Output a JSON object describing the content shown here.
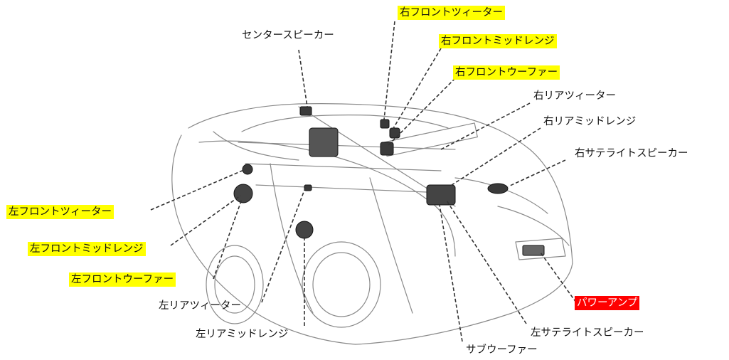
{
  "labels": {
    "center_speaker": "センタースピーカー",
    "right_front_tweeter": "右フロントツィーター",
    "right_front_midrange": "右フロントミッドレンジ",
    "right_front_woofer": "右フロントウーファー",
    "right_rear_tweeter": "右リアツィーター",
    "right_rear_midrange": "右リアミッドレンジ",
    "right_satellite_speaker": "右サテライトスピーカー",
    "left_front_tweeter": "左フロントツィーター",
    "left_front_midrange": "左フロントミッドレンジ",
    "left_front_woofer": "左フロントウーファー",
    "left_rear_tweeter": "左リアツィーター",
    "left_rear_midrange": "左リアミッドレンジ",
    "left_satellite_speaker": "左サテライトスピーカー",
    "subwoofer": "サブウーファー",
    "power_amp": "パワーアンプ"
  },
  "colors": {
    "highlight_yellow": "#ffff00",
    "highlight_red": "#ff0000",
    "line": "#333333"
  }
}
